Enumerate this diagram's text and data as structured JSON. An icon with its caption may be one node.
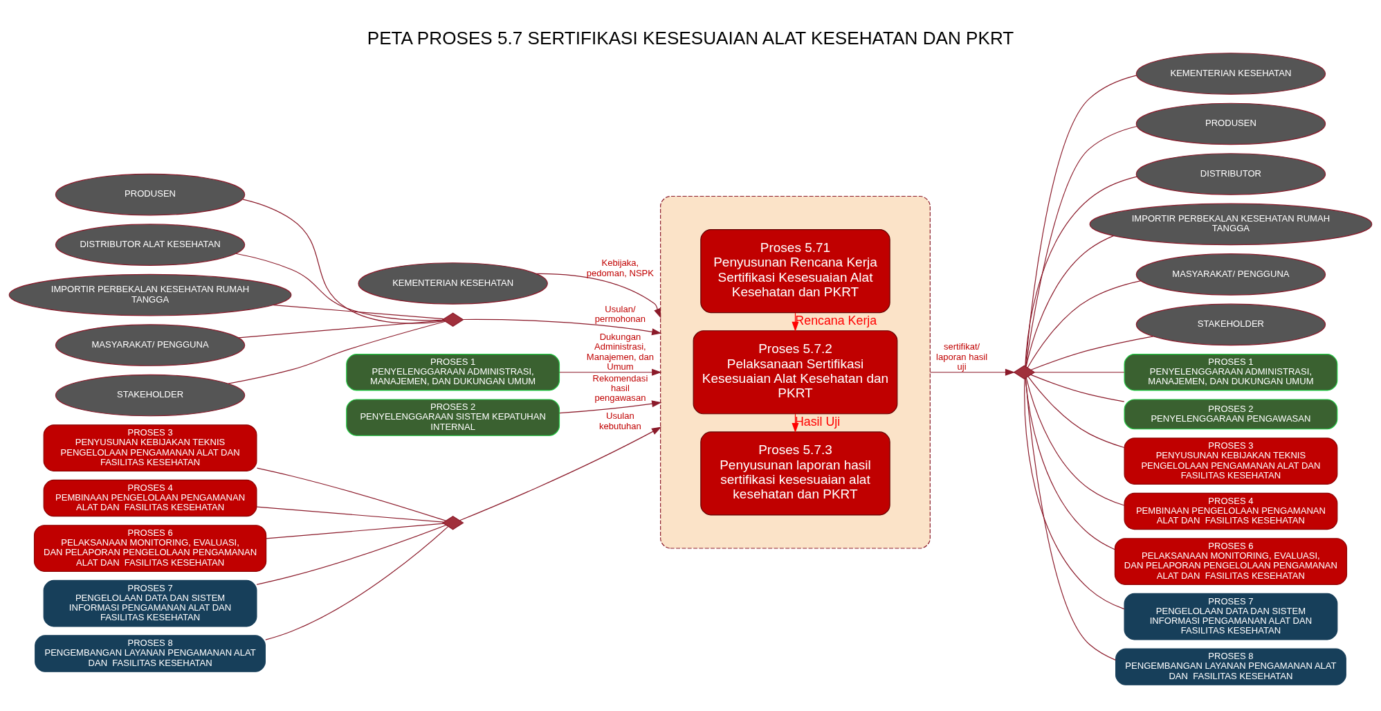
{
  "diagram": {
    "title": "PETA PROSES 5.7 SERTIFIKASI KESESUAIAN ALAT KESEHATAN DAN PKRT",
    "nodes": [
      {
        "text": [],
        "shape": "box"
      },
      {
        "text": [
          "KEMENTERIAN KESEHATAN"
        ]
      },
      {
        "text": [
          "PRODUSEN"
        ]
      },
      {
        "text": [
          "DISTRIBUTOR ALAT KESEHATAN"
        ]
      },
      {
        "text": [
          "IMPORTIR PERBEKALAN KESEHATAN RUMAH TANGGA"
        ]
      },
      {
        "text": [
          "MASYARAKAT/ PENGGUNA"
        ]
      },
      {
        "text": [
          "STAKEHOLDER"
        ]
      },
      {
        "text": [],
        "shape": "diamond"
      },
      {
        "text": [
          "PROSES 1",
          "PENYELENGGARAAN ADMINISTRASI, MANAJEMEN, DAN DUKUNGAN UMUM"
        ]
      },
      {
        "text": [
          "PROSES 2",
          "PENYELENGGARAAN SISTEM KEPATUHAN INTERNAL"
        ]
      },
      {
        "text": [
          "PROSES 3",
          "PENYUSUNAN KEBIJAKAN TEKNIS PENGELOLAAN PENGAMANAN ALAT DAN FASILITAS KESEHATAN"
        ]
      },
      {
        "text": [
          "PROSES 4",
          "PEMBINAAN PENGELOLAAN PENGAMANAN ALAT DAN  FASILITAS KESEHATAN"
        ]
      },
      {
        "text": [
          "PROSES 6",
          "PELAKSANAAN MONITORING, EVALUASI, DAN PELAPORAN PENGELOLAAN PENGAMANAN ALAT DAN  FASILITAS KESEHATAN"
        ]
      },
      {
        "text": [
          "PROSES 7",
          "PENGELOLAAN DATA DAN SISTEM INFORMASI PENGAMANAN ALAT DAN FASILITAS KESEHATAN"
        ]
      },
      {
        "text": [
          "PROSES 8",
          "PENGEMBANGAN LAYANAN PENGAMANAN ALAT DAN  FASILITAS KESEHATAN"
        ]
      },
      {
        "text": [],
        "shape": "diamond"
      },
      {
        "text": [
          "Proses 5.71",
          "Penyusunan Rencana Kerja Sertifikasi Kesesuaian Alat Kesehatan dan PKRT"
        ],
        "in": 0
      },
      {
        "text": [
          "Proses 5.7.2",
          "Pelaksanaan Sertifikasi Kesesuaian Alat Kesehatan dan PKRT"
        ],
        "in": 0
      },
      {
        "text": [
          "Proses 5.7.3",
          "Penyusunan laporan hasil sertifikasi kesesuaian alat kesehatan dan PKRT"
        ],
        "in": 0
      },
      {
        "text": [],
        "shape": "diamond"
      },
      {
        "text": [
          "KEMENTERIAN KESEHATAN"
        ]
      },
      {
        "text": [
          "PRODUSEN"
        ]
      },
      {
        "text": [
          "DISTRIBUTOR"
        ]
      },
      {
        "text": [
          "IMPORTIR PERBEKALAN KESEHATAN RUMAH TANGGA"
        ]
      },
      {
        "text": [
          "MASYARAKAT/ PENGGUNA"
        ]
      },
      {
        "text": [
          "STAKEHOLDER"
        ]
      },
      {
        "text": [
          "PROSES 1",
          "PENYELENGGARAAN ADMINISTRASI, MANAJEMEN, DAN DUKUNGAN UMUM"
        ]
      },
      {
        "text": [
          "PROSES 2",
          "PENYELENGGARAAN PENGAWASAN"
        ]
      },
      {
        "text": [
          "PROSES 3",
          "PENYUSUNAN KEBIJAKAN TEKNIS PENGELOLAAN PENGAMANAN ALAT DAN FASILITAS KESEHATAN"
        ]
      },
      {
        "text": [
          "PROSES 4",
          "PEMBINAAN PENGELOLAAN PENGAMANAN ALAT DAN  FASILITAS KESEHATAN"
        ]
      },
      {
        "text": [
          "PROSES 6",
          "PELAKSANAAN MONITORING, EVALUASI, DAN PELAPORAN PENGELOLAAN PENGAMANAN ALAT DAN  FASILITAS KESEHATAN"
        ]
      },
      {
        "text": [
          "PROSES 7",
          "PENGELOLAAN DATA DAN SISTEM INFORMASI PENGAMANAN ALAT DAN FASILITAS KESEHATAN"
        ]
      },
      {
        "text": [
          "PROSES 8",
          "PENGEMBANGAN LAYANAN PENGAMANAN ALAT DAN  FASILITAS KESEHATAN"
        ]
      }
    ],
    "edges": [
      {
        "from": 1,
        "to": 0,
        "arrow": "to",
        "label": "Kebijaka, pedoman, NSPK"
      },
      {
        "from": 2,
        "to": 7,
        "arrow": "none"
      },
      {
        "from": 3,
        "to": 7,
        "arrow": "none"
      },
      {
        "from": 4,
        "to": 7,
        "arrow": "none"
      },
      {
        "from": 5,
        "to": 7,
        "arrow": "none"
      },
      {
        "from": 6,
        "to": 7,
        "arrow": "none"
      },
      {
        "from": 7,
        "to": 0,
        "arrow": "to",
        "label": "Usulan/ permohonan"
      },
      {
        "from": 8,
        "to": 0,
        "arrow": "to",
        "label": "Dukungan Administrasi, Manajemen, dan Umum"
      },
      {
        "from": 9,
        "to": 0,
        "arrow": "to",
        "label": "Rekomendasi hasil pengawasan"
      },
      {
        "from": 10,
        "to": 15,
        "arrow": "none"
      },
      {
        "from": 11,
        "to": 15,
        "arrow": "none"
      },
      {
        "from": 12,
        "to": 15,
        "arrow": "none"
      },
      {
        "from": 13,
        "to": 15,
        "arrow": "none"
      },
      {
        "from": 14,
        "to": 15,
        "arrow": "none"
      },
      {
        "from": 15,
        "to": 0,
        "arrow": "to",
        "label": "Usulan kebutuhan"
      },
      {
        "from": 16,
        "to": 17,
        "arrow": "to",
        "label": "Rencana Kerja",
        "color": "#ff0000"
      },
      {
        "from": 17,
        "to": 18,
        "arrow": "to",
        "label": "Hasil Uji",
        "color": "#ff0000"
      },
      {
        "from": 0,
        "to": 19,
        "arrow": "to",
        "label": "sertifikat/ laporan hasil uji"
      },
      {
        "from": 19,
        "to": 20,
        "arrow": "none"
      },
      {
        "from": 19,
        "to": 21,
        "arrow": "none"
      },
      {
        "from": 19,
        "to": 22,
        "arrow": "none"
      },
      {
        "from": 19,
        "to": 23,
        "arrow": "none"
      },
      {
        "from": 19,
        "to": 24,
        "arrow": "none"
      },
      {
        "from": 19,
        "to": 25,
        "arrow": "none"
      },
      {
        "from": 19,
        "to": 26,
        "arrow": "none"
      },
      {
        "from": 19,
        "to": 27,
        "arrow": "none"
      },
      {
        "from": 19,
        "to": 28,
        "arrow": "none"
      },
      {
        "from": 19,
        "to": 29,
        "arrow": "none"
      },
      {
        "from": 19,
        "to": 30,
        "arrow": "none"
      },
      {
        "from": 19,
        "to": 31,
        "arrow": "none"
      },
      {
        "from": 19,
        "to": 32,
        "arrow": "none"
      }
    ]
  }
}
